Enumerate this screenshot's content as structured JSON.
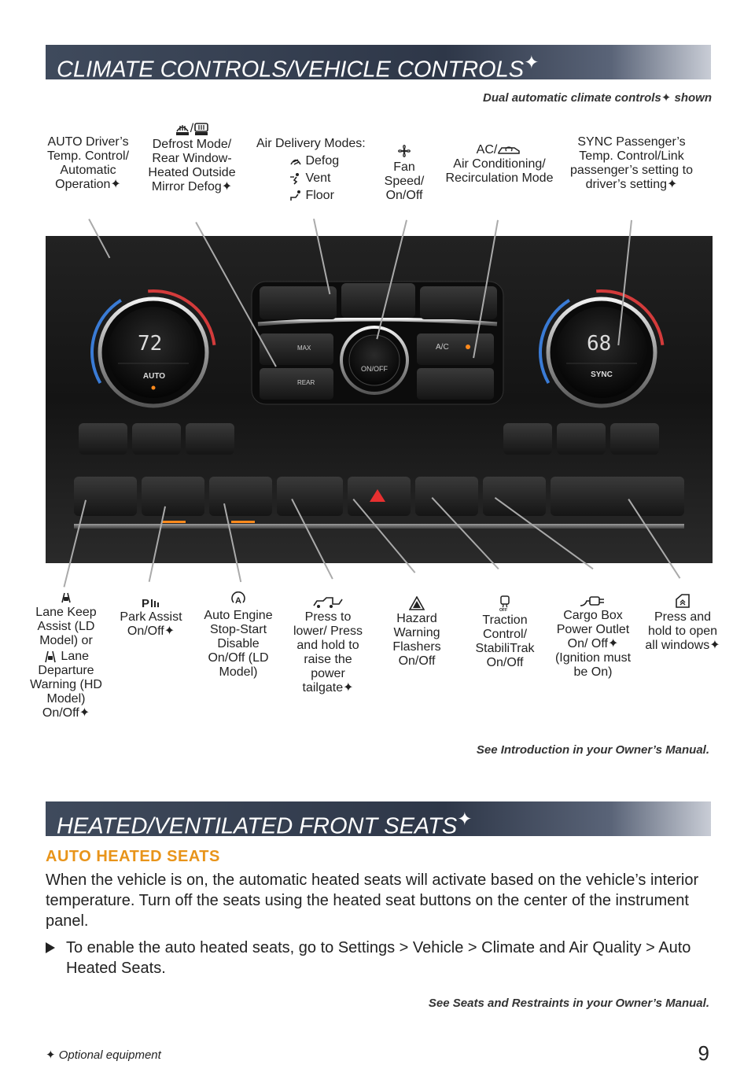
{
  "banners": {
    "climate": "CLIMATE CONTROLS/VEHICLE CONTROLS",
    "seats": "HEATED/VENTILATED FRONT SEATS"
  },
  "star": "✦",
  "subcaption": "Dual automatic climate controls✦ shown",
  "top_labels": {
    "auto": "AUTO Driver’s Temp. Control/ Automatic Operation✦",
    "defrost_sep": "/",
    "defrost": "Defrost Mode/ Rear Window- Heated Outside Mirror Defog✦",
    "air_title": "Air Delivery Modes:",
    "air_defog": "Defog",
    "air_vent": "Vent",
    "air_floor": "Floor",
    "fan": "Fan Speed/ On/Off",
    "ac_prefix": "AC/",
    "ac": "Air Conditioning/ Recirculation Mode",
    "sync": "SYNC Passenger’s Temp. Control/Link passenger’s setting to driver’s setting✦"
  },
  "panel": {
    "left_temp": "72",
    "left_btn": "AUTO",
    "right_temp": "68",
    "right_btn": "SYNC",
    "fan_btn": "ON/OFF",
    "max_btn": "MAX",
    "rear_btn": "REAR",
    "ac_btn": "A/C"
  },
  "bottom_labels": {
    "lane_a": "Lane Keep Assist (LD Model) or",
    "lane_b": "Lane Departure Warning (HD Model) On/Off✦",
    "park": "Park Assist On/Off✦",
    "engine": "Auto Engine Stop-Start Disable On/Off (LD Model)",
    "tailgate": "Press to lower/ Press and hold to raise the power tailgate✦",
    "hazard": "Hazard Warning Flashers On/Off",
    "traction": "Traction Control/ StabiliTrak On/Off",
    "cargo": "Cargo Box Power Outlet On/ Off✦ (Ignition must be On)",
    "windows": "Press and hold to open all windows✦"
  },
  "see_intro": "See Introduction in your Owner’s Manual.",
  "seats": {
    "heading": "AUTO HEATED SEATS",
    "paragraph": "When the vehicle is on, the automatic heated seats will activate based on the vehicle’s interior temperature. Turn off the seats using the heated seat buttons on the center of the instrument panel.",
    "bullet": "To enable the auto heated seats, go to Settings > Vehicle > Climate and Air Quality > Auto Heated Seats."
  },
  "see_seats": "See Seats and Restraints in your Owner’s Manual.",
  "footnote": "✦ Optional equipment",
  "page_number": "9",
  "colors": {
    "banner": "#2e3748",
    "accent_orange": "#e8941a",
    "panel": "#1a1a1a"
  }
}
